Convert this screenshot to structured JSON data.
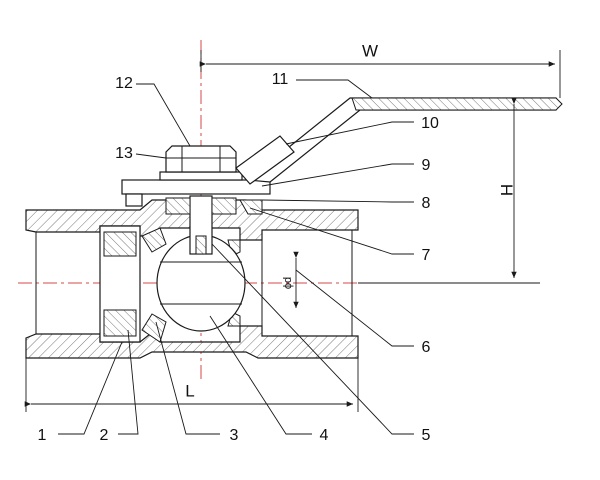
{
  "dimensions": {
    "width_label": "W",
    "height_label": "H",
    "length_label": "L",
    "diameter_label": "ϕd"
  },
  "callouts": [
    "1",
    "2",
    "3",
    "4",
    "5",
    "6",
    "7",
    "8",
    "9",
    "10",
    "11",
    "12",
    "13"
  ]
}
